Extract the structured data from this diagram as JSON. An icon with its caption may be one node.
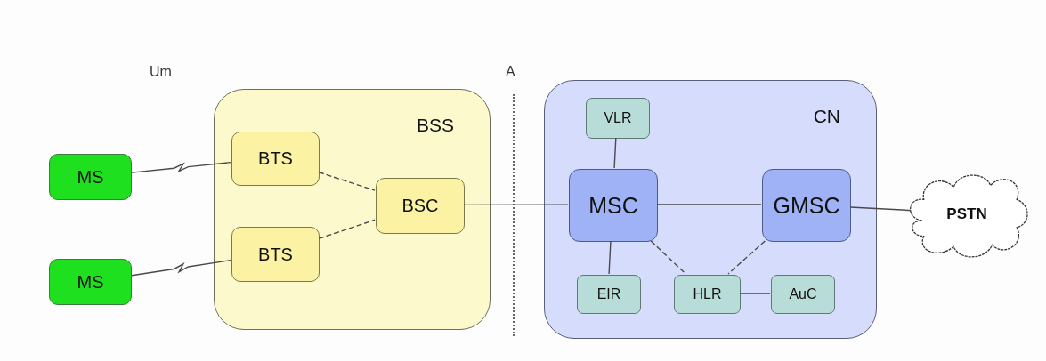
{
  "diagram": {
    "nodes": [
      {
        "text": [
          "MS"
        ]
      },
      {
        "text": [
          "MS"
        ]
      },
      {
        "text": [
          "BSS"
        ]
      },
      {
        "text": [
          "BTS"
        ],
        "in": 2
      },
      {
        "text": [
          "BTS"
        ],
        "in": 2
      },
      {
        "text": [
          "BSC"
        ],
        "in": 2
      },
      {
        "text": [
          "CN"
        ]
      },
      {
        "text": [
          "VLR"
        ],
        "in": 6
      },
      {
        "text": [
          "MSC"
        ],
        "in": 6
      },
      {
        "text": [
          "GMSC"
        ],
        "in": 6
      },
      {
        "text": [
          "EIR"
        ],
        "in": 6
      },
      {
        "text": [
          "HLR"
        ],
        "in": 6
      },
      {
        "text": [
          "AuC"
        ],
        "in": 6
      },
      {
        "text": [
          "PSTN"
        ]
      }
    ],
    "edges": [
      {
        "from": 0,
        "to": 3,
        "arrow": "none"
      },
      {
        "from": 1,
        "to": 4,
        "arrow": "none"
      },
      {
        "from": 3,
        "to": 5,
        "arrow": "none",
        "style": "dashed"
      },
      {
        "from": 4,
        "to": 5,
        "arrow": "none",
        "style": "dashed"
      },
      {
        "from": 5,
        "to": 8,
        "arrow": "none"
      },
      {
        "from": 7,
        "to": 8,
        "arrow": "none"
      },
      {
        "from": 8,
        "to": 9,
        "arrow": "none"
      },
      {
        "from": 8,
        "to": 10,
        "arrow": "none"
      },
      {
        "from": 8,
        "to": 11,
        "arrow": "none",
        "style": "dashed"
      },
      {
        "from": 9,
        "to": 11,
        "arrow": "none",
        "style": "dashed"
      },
      {
        "from": 11,
        "to": 12,
        "arrow": "none"
      },
      {
        "from": 9,
        "to": 13,
        "arrow": "none"
      }
    ],
    "labels": [
      "Um",
      "A"
    ]
  }
}
